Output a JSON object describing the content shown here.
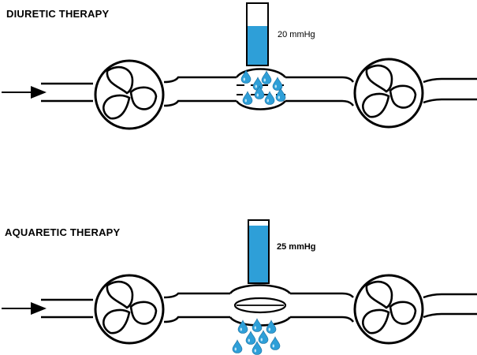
{
  "panels": [
    {
      "id": "diuretic",
      "title": "DIURETIC THERAPY",
      "pressure_label": "20 mmHg",
      "drop_location": "inside"
    },
    {
      "id": "aquaretic",
      "title": "AQUARETIC THERAPY",
      "pressure_label": "25 mmHg",
      "drop_location": "below"
    }
  ],
  "colors": {
    "line": "#000000",
    "fluid": "#2e9fd8",
    "fluid_light": "#bfe6f8",
    "tube_fill": "#2e9fd8"
  },
  "icons": [
    "flow-arrow-icon",
    "pump-valve-icon",
    "water-drop-icon",
    "pressure-column-icon"
  ]
}
